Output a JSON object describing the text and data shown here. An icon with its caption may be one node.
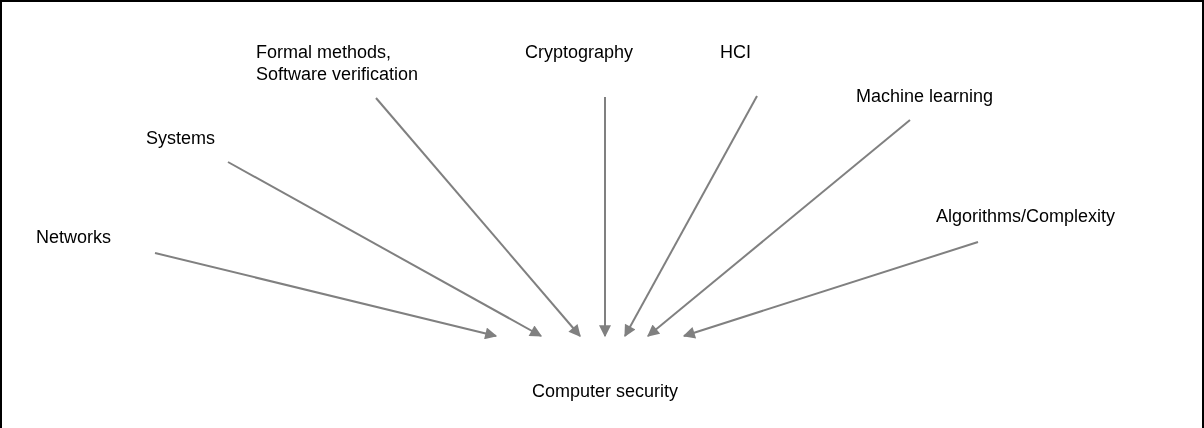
{
  "diagram": {
    "nodes": [
      {
        "text": [
          "Networks"
        ]
      },
      {
        "text": [
          "Systems"
        ]
      },
      {
        "text": [
          "Formal methods, Software verification"
        ]
      },
      {
        "text": [
          "Cryptography"
        ]
      },
      {
        "text": [
          "HCI"
        ]
      },
      {
        "text": [
          "Machine learning"
        ]
      },
      {
        "text": [
          "Algorithms/Complexity"
        ]
      },
      {
        "text": [
          "Computer security"
        ]
      }
    ],
    "edges": [
      {
        "from": 0,
        "to": 7,
        "arrow": "to"
      },
      {
        "from": 1,
        "to": 7,
        "arrow": "to"
      },
      {
        "from": 2,
        "to": 7,
        "arrow": "to"
      },
      {
        "from": 3,
        "to": 7,
        "arrow": "to"
      },
      {
        "from": 4,
        "to": 7,
        "arrow": "to"
      },
      {
        "from": 5,
        "to": 7,
        "arrow": "to"
      },
      {
        "from": 6,
        "to": 7,
        "arrow": "to"
      }
    ]
  }
}
